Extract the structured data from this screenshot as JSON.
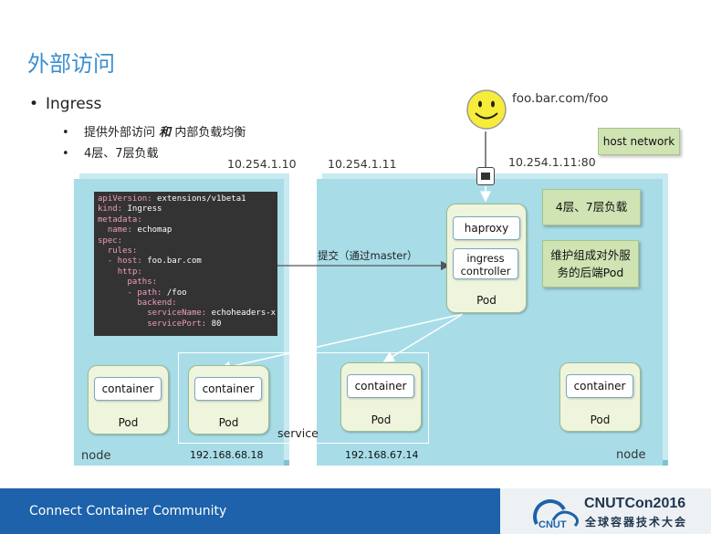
{
  "title": "外部访问",
  "bullets": {
    "main": "Ingress",
    "sub1": "提供外部访问",
    "sub1_and": "和",
    "sub1_rest": "内部负载均衡",
    "sub2": "4层、7层负载"
  },
  "ips": {
    "node1": "10.254.1.10",
    "node2": "10.254.1.11",
    "node2_port": "10.254.1.11:80"
  },
  "host_url": "foo.bar.com/foo",
  "host_network": "host network",
  "yaml": [
    {
      "k": "apiVersion",
      "v": " extensions/v1beta1",
      "indent": ""
    },
    {
      "k": "kind",
      "v": " Ingress",
      "indent": ""
    },
    {
      "k": "metadata",
      "v": "",
      "indent": ""
    },
    {
      "k": "name",
      "v": " echomap",
      "indent": "  "
    },
    {
      "k": "spec",
      "v": "",
      "indent": ""
    },
    {
      "k": "rules",
      "v": "",
      "indent": "  "
    },
    {
      "k": "- host",
      "v": " foo.bar.com",
      "indent": "  "
    },
    {
      "k": "http",
      "v": "",
      "indent": "    "
    },
    {
      "k": "paths",
      "v": "",
      "indent": "      "
    },
    {
      "k": "- path",
      "v": " /foo",
      "indent": "      "
    },
    {
      "k": "backend",
      "v": "",
      "indent": "        "
    },
    {
      "k": "serviceName",
      "v": " echoheaders-x",
      "indent": "          "
    },
    {
      "k": "servicePort",
      "v": " 80",
      "indent": "          "
    }
  ],
  "submit_label": "提交（通过master）",
  "ingress_pod": {
    "haproxy": "haproxy",
    "controller": "ingress controller",
    "pod": "Pod"
  },
  "notes": {
    "layer": "4层、7层负载",
    "maintain": "维护组成对外服务的后端Pod"
  },
  "pods": [
    {
      "container": "container",
      "pod": "Pod"
    },
    {
      "container": "container",
      "pod": "Pod"
    },
    {
      "container": "container",
      "pod": "Pod"
    },
    {
      "container": "container",
      "pod": "Pod"
    }
  ],
  "service_label": "service",
  "node_label": "node",
  "node_ips": {
    "left": "192.168.68.18",
    "right": "192.168.67.14"
  },
  "footer": {
    "text": "Connect Container Community",
    "logo_main": "CNUTCon2016",
    "logo_sub": "全球容器技术大会",
    "logo_mark": "CNUT"
  },
  "colors": {
    "title": "#3d8fd0",
    "node": "#a8dde8",
    "pod": "#eff5dc",
    "note": "#cfe3b3",
    "footer": "#1d62aa"
  }
}
